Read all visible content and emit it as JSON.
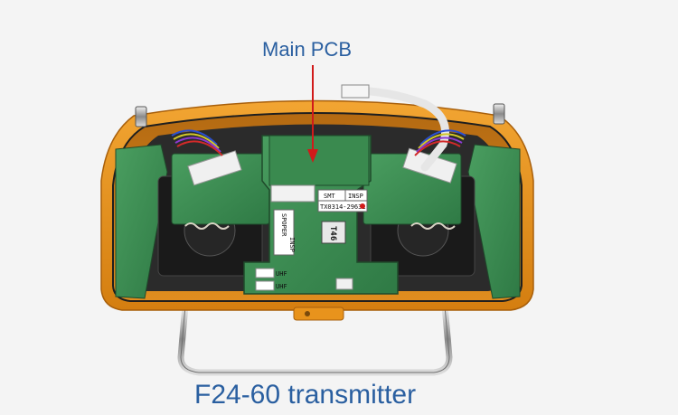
{
  "labels": {
    "main_pcb": "Main PCB",
    "product": "F24-60 transmitter"
  },
  "board_markings": {
    "smt_label": "SMT",
    "insp_label": "INSP",
    "part_number": "TX0314-29631",
    "chip_code": "T46",
    "brand": "SPOPER",
    "insp_vertical": "INSP",
    "uhf_1": "UHF",
    "uhf_2": "UHF"
  },
  "colors": {
    "housing_orange": "#e8931c",
    "pcb_green": "#3f8f55",
    "label_blue": "#2a5fa0",
    "arrow_red": "#d11a1a"
  }
}
